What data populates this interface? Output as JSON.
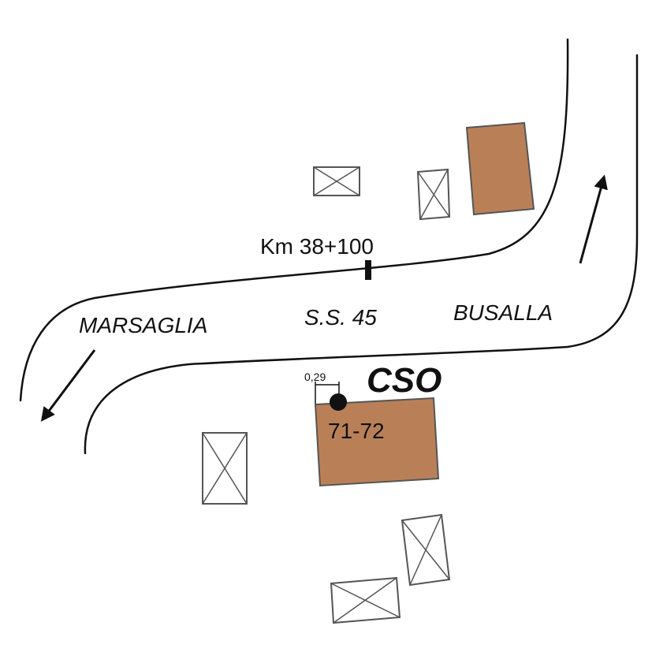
{
  "labels": {
    "km_marker": "Km 38+100",
    "road_name": "S.S. 45",
    "direction_left": "MARSAGLIA",
    "direction_right": "BUSALLA",
    "site_code": "CSO",
    "site_number": "71-72",
    "offset_value": "0,29"
  },
  "colors": {
    "target_building": "#b98058",
    "outline": "#555555",
    "road": "#111111"
  },
  "icons": {
    "direction_arrows": "arrow-icon",
    "site_point": "point-marker-icon"
  }
}
